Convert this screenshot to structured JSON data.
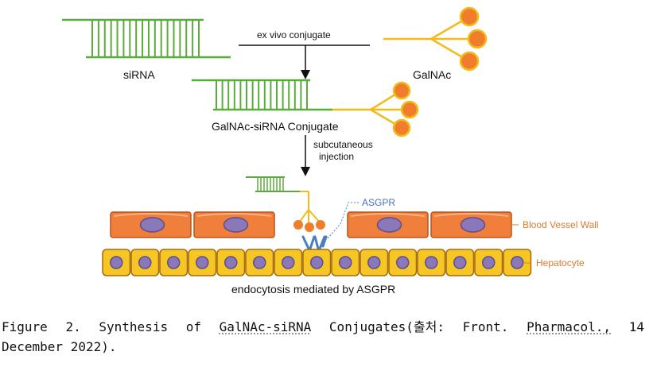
{
  "diagram": {
    "labels": {
      "sirna": "siRNA",
      "galnac": "GalNAc",
      "ex_vivo": "ex vivo conjugate",
      "conjugate": "GalNAc-siRNA Conjugate",
      "subcutaneous": "subcutaneous",
      "injection": "injection",
      "asgpr": "ASGPR",
      "blood_vessel_wall": "Blood Vessel Wall",
      "hepatocyte": "Hepatocyte",
      "endocytosis": "endocytosis mediated by ASGPR"
    },
    "colors": {
      "sirna_green": "#5aab3c",
      "galnac_yellow": "#f2bb1d",
      "galnac_ball": "#f07d2c",
      "vessel_cell": "#ef7f3a",
      "vessel_nucleus": "#8a78b8",
      "hepatocyte_fill": "#f6c624",
      "hepatocyte_nucleus": "#8a78b8",
      "receptor_blue": "#4d7ec0",
      "label_orange": "#e07a2e"
    }
  },
  "caption": {
    "line1_prefix": "Figure  2.  Synthesis  of  ",
    "line1_underlined": "GalNAc-siRNA",
    "line1_middle": "  Conjugates(출처:  Front.  ",
    "line1_pharm": "Pharmacol.,",
    "line1_end": "  14",
    "line2": "December 2022)."
  }
}
